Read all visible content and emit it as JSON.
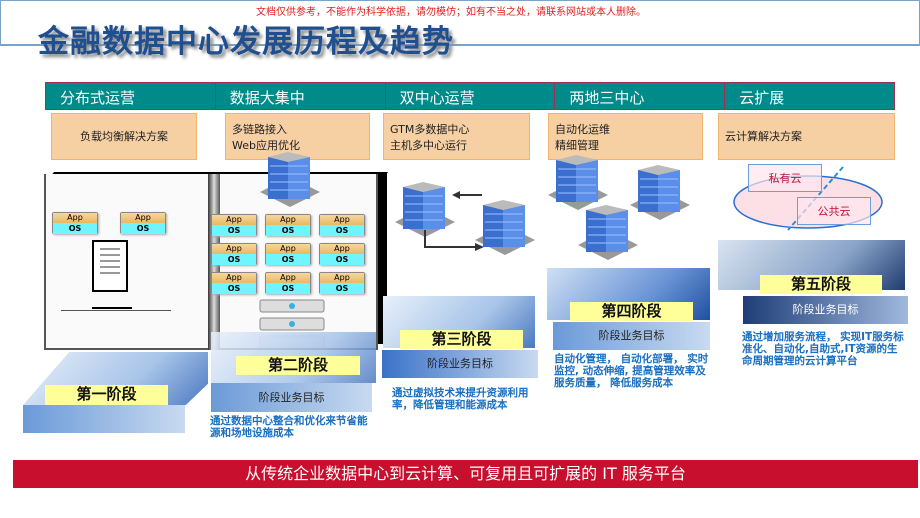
{
  "title": "金融数据中心发展历程及趋势",
  "notice": "文档仅供参考，不能作为科学依据，请勿模仿；如有不当之处，请联系网站或本人删除。",
  "phases": [
    "分布式运营",
    "数据大集中",
    "双中心运营",
    "两地三中心",
    "云扩展"
  ],
  "solutions": [
    [
      "负载均衡解决方案"
    ],
    [
      "多链路接入",
      "Web应用优化"
    ],
    [
      "GTM多数据中心",
      "主机多中心运行"
    ],
    [
      "自动化运维",
      "精细管理"
    ],
    [
      "云计算解决方案"
    ]
  ],
  "chip": {
    "app": "App",
    "os": "OS"
  },
  "cloud": {
    "private": "私有云",
    "public": "公共云"
  },
  "stages": [
    {
      "name": "第一阶段",
      "goal": "",
      "desc": ""
    },
    {
      "name": "第二阶段",
      "goal": "阶段业务目标",
      "desc": "通过数据中心整合和优化来节省能源和场地设施成本"
    },
    {
      "name": "第三阶段",
      "goal": "阶段业务目标",
      "desc": "通过虚拟技术来提升资源利用率，降低管理和能源成本"
    },
    {
      "name": "第四阶段",
      "goal": "阶段业务目标",
      "desc": "自动化管理， 自动化部署， 实时监控, 动态伸缩, 提高管理效率及服务质量， 降低服务成本"
    },
    {
      "name": "第五阶段",
      "goal": "阶段业务目标",
      "desc": "通过增加服务流程， 实现IT服务标准化、自动化,自助式,IT资源的生命周期管理的云计算平台"
    }
  ],
  "banner": "从传统企业数据中心到云计算、可复用且可扩展的 IT 服务平台"
}
